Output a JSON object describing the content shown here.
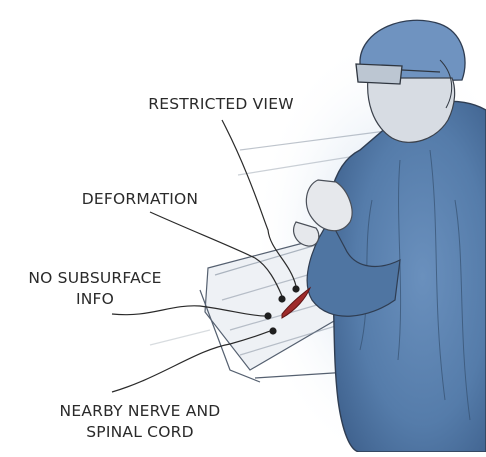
{
  "labels": {
    "restricted_view": "RESTRICTED VIEW",
    "deformation": "DEFORMATION",
    "no_subsurface_line1": "NO SUBSURFACE",
    "no_subsurface_line2": "INFO",
    "nearby_nerve_line1": "NEARBY NERVE AND",
    "nearby_nerve_line2": "SPINAL CORD"
  },
  "colors": {
    "gown": "#5b82b0",
    "gown_shadow": "#3f628e",
    "cap": "#6f93c0",
    "glove": "#e6e8ec",
    "incision": "#9e2b2b",
    "ink": "#2a2a2a"
  }
}
